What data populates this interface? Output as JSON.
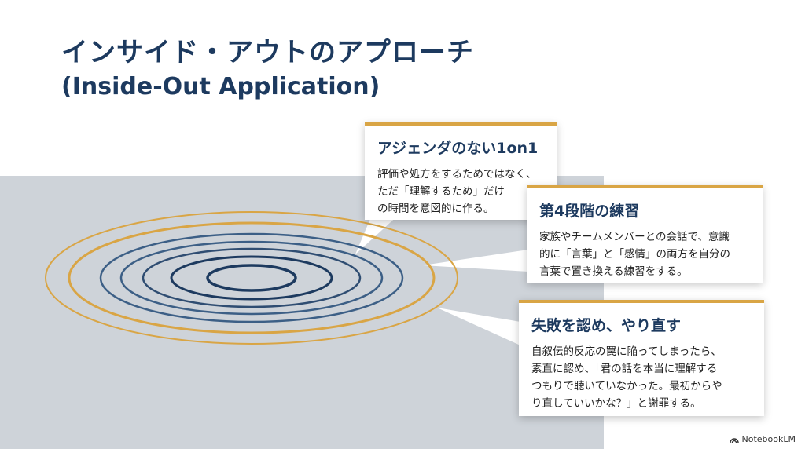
{
  "title": {
    "line1": "インサイド・アウトのアプローチ",
    "line2": "(Inside-Out Application)"
  },
  "cards": [
    {
      "title": "アジェンダのない1on1",
      "lines": [
        "評価や処方をするためではなく、",
        "ただ「理解するため」だけ",
        "の時間を意図的に作る。"
      ]
    },
    {
      "title": "第4段階の練習",
      "lines": [
        "家族やチームメンバーとの会話で、意識",
        "的に「言葉」と「感情」の両方を自分の",
        "言葉で置き換える練習をする。"
      ]
    },
    {
      "title": "失敗を認め、やり直す",
      "lines": [
        "自叙伝的反応の罠に陥ってしまったら、",
        "素直に認め、「君の話を本当に理解する",
        "つもりで聴いていなかった。最初からや",
        "り直していいかな？」と謝罪する。"
      ]
    }
  ],
  "colors": {
    "accent_gold": "#d9a545",
    "ring_navy": "#1d3a5f",
    "ring_blue": "#3c5f86",
    "panel_gray": "#ced3d9"
  },
  "logo": {
    "icon": "notebooklm-icon",
    "text": "NotebookLM"
  }
}
